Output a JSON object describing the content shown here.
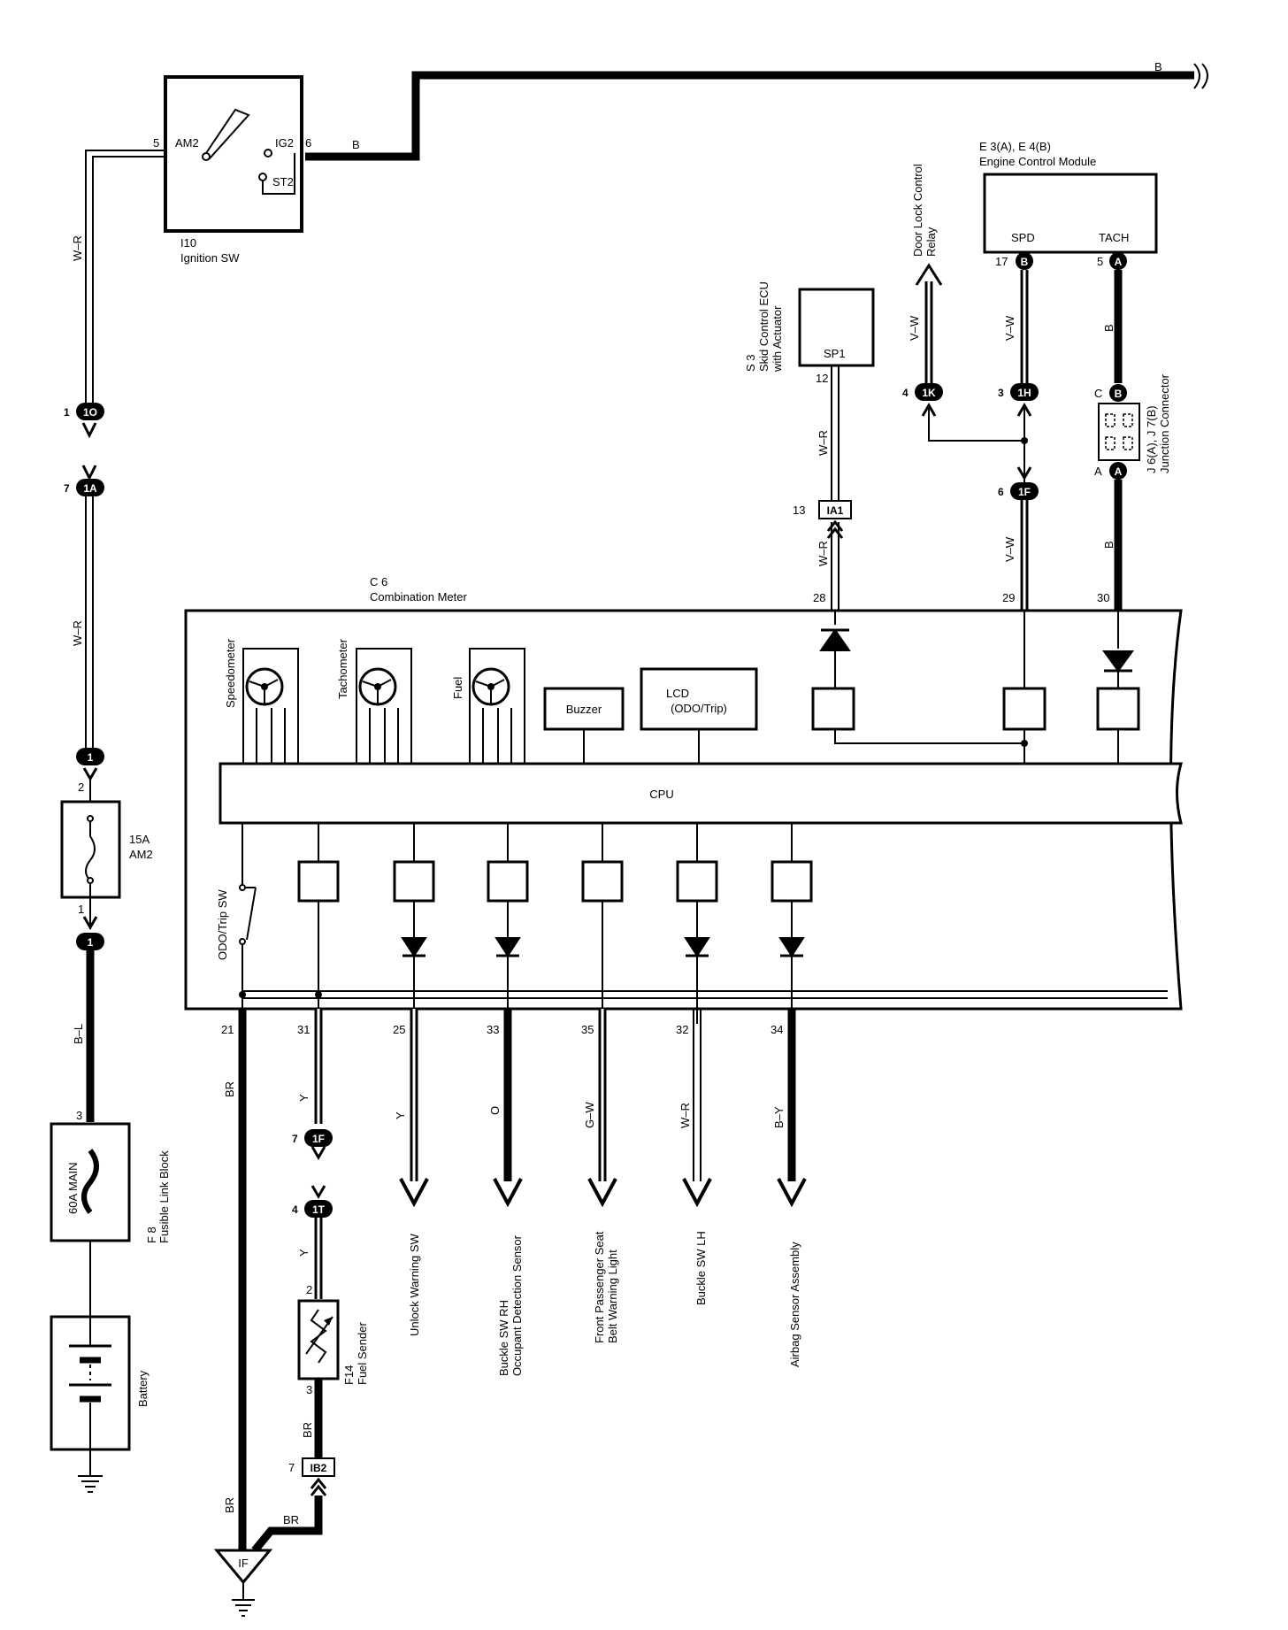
{
  "components": {
    "ignition_sw": {
      "ref": "I10",
      "name": "Ignition SW",
      "am2": "AM2",
      "ig2": "IG2",
      "st2": "ST2",
      "pin_am2": "5",
      "pin_ig2": "6"
    },
    "ecm": {
      "ref": "E 3(A), E 4(B)",
      "name": "Engine Control Module",
      "spd": "SPD",
      "tach": "TACH",
      "pin_spd": "17",
      "pin_spd_conn": "B",
      "pin_tach": "5",
      "pin_tach_conn": "A"
    },
    "skid_ecu": {
      "ref": "S 3",
      "name_line1": "Skid Control ECU",
      "name_line2": "with Actuator",
      "sp1": "SP1",
      "pin": "12"
    },
    "door_lock_relay": {
      "line1": "Door Lock Control",
      "line2": "Relay"
    },
    "junction_connector": {
      "ref": "J 6(A), J 7(B)",
      "name": "Junction Connector",
      "top_pin": "C",
      "top_conn": "B",
      "bottom_pin": "A",
      "bottom_conn": "A"
    },
    "combination_meter": {
      "ref": "C 6",
      "name": "Combination Meter",
      "cpu": "CPU",
      "speedometer": "Speedometer",
      "tachometer": "Tachometer",
      "fuel": "Fuel",
      "buzzer": "Buzzer",
      "lcd_line1": "LCD",
      "lcd_line2": "(ODO/Trip)",
      "odo_trip_sw": "ODO/Trip SW"
    },
    "fuse_am2": {
      "rating": "15A",
      "name": "AM2",
      "pin_top": "2",
      "pin_bottom": "1"
    },
    "fusible_link": {
      "ref": "F 8",
      "name": "Fusible Link Block",
      "rating": "60A MAIN",
      "pin": "3"
    },
    "battery": {
      "name": "Battery"
    },
    "fuel_sender": {
      "ref": "F14",
      "name": "Fuel Sender",
      "pin_top": "2",
      "pin_bottom": "3"
    },
    "ground": {
      "label": "IF"
    }
  },
  "connectors": {
    "c1O": {
      "pin": "1",
      "id": "1O"
    },
    "c1A": {
      "pin": "7",
      "id": "1A"
    },
    "c1_top": {
      "id": "1"
    },
    "c1_bot": {
      "id": "1"
    },
    "c1K": {
      "pin": "4",
      "id": "1K"
    },
    "c1H": {
      "pin": "3",
      "id": "1H"
    },
    "c1F_right": {
      "pin": "6",
      "id": "1F"
    },
    "cIA1": {
      "pin": "13",
      "id": "IA1"
    },
    "c1F_left": {
      "pin": "7",
      "id": "1F"
    },
    "c1T": {
      "pin": "4",
      "id": "1T"
    },
    "cIB2": {
      "pin": "7",
      "id": "IB2"
    }
  },
  "wires": {
    "top_b": "B",
    "ig2_b": "B",
    "wr1": "W–R",
    "wr2": "W–R",
    "bl": "B–L",
    "vw_relay": "V–W",
    "vw_spd": "V–W",
    "vw_29": "V–W",
    "b_tach": "B",
    "b_30": "B",
    "wr_sp1": "W–R",
    "wr_28": "W–R",
    "br_gnd": "BR",
    "br_gnd2": "BR",
    "y_31": "Y",
    "y_fuel": "Y",
    "br_fuel": "BR",
    "br_ib2": "BR",
    "y_25": "Y",
    "o_33": "O",
    "gw_35": "G–W",
    "wr_32": "W–R",
    "by_34": "B–Y"
  },
  "meter_pins": {
    "p28": "28",
    "p29": "29",
    "p30": "30",
    "p21": "21",
    "p31": "31",
    "p25": "25",
    "p33": "33",
    "p35": "35",
    "p32": "32",
    "p34": "34"
  },
  "outputs": {
    "unlock": "Unlock Warning SW",
    "buckle_rh_1": "Buckle SW RH",
    "buckle_rh_2": "Occupant Detection Sensor",
    "front_pass_1": "Front Passenger Seat",
    "front_pass_2": "Belt Warning Light",
    "buckle_lh": "Buckle SW LH",
    "airbag": "Airbag Sensor Assembly"
  }
}
